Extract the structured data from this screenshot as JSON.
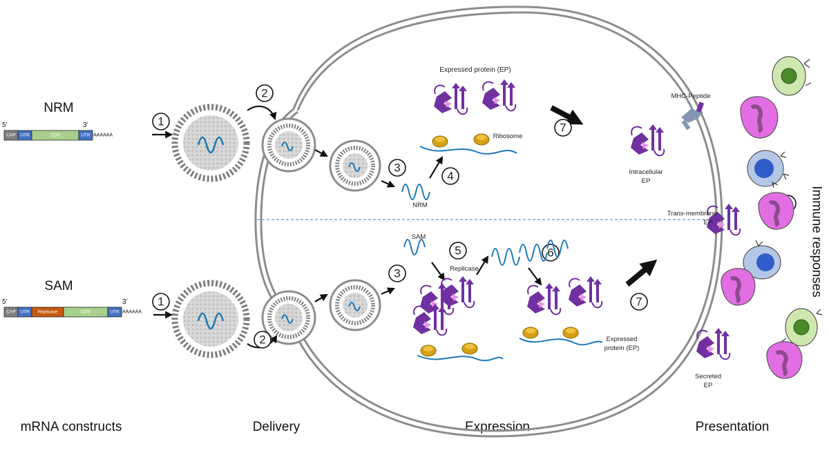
{
  "sections": {
    "constructs": "mRNA constructs",
    "delivery": "Delivery",
    "expression": "Expression",
    "presentation": "Presentation"
  },
  "constructs": {
    "nrm": {
      "title": "NRM",
      "five_prime": "5’",
      "three_prime": "3’",
      "segments": [
        "CAP",
        "UTR",
        "CDS",
        "UTR"
      ],
      "poly_a": "AAAAAA"
    },
    "sam": {
      "title": "SAM",
      "five_prime": "5’",
      "three_prime": "3’",
      "segments": [
        "CAP",
        "UTR",
        "Replicase",
        "CDS",
        "UTR"
      ],
      "poly_a": "AAAAAA"
    }
  },
  "steps": [
    "1",
    "2",
    "3",
    "4",
    "5",
    "6",
    "7",
    "8"
  ],
  "labels": {
    "expressed_protein_top": "Expressed protein (EP)",
    "ribosome": "Ribosome",
    "nrm_strand": "NRM",
    "sam_strand": "SAM",
    "replicase": "Replicase",
    "expressed_protein_bottom_1": "Expressed",
    "expressed_protein_bottom_2": "protein (EP)",
    "mhc_peptide": "MHC-Peptide",
    "intracellular_1": "Intracellular",
    "intracellular_2": "EP",
    "transmembrane_1": "Trans-membrane",
    "transmembrane_2": "EP",
    "secreted_1": "Secreted",
    "secreted_2": "EP",
    "immune_responses": "Immune responses"
  },
  "colors": {
    "cap": "#7f7f7f",
    "utr": "#4472c4",
    "cds": "#a9d18e",
    "replicase": "#c55a11",
    "mrna": "#1f77b4",
    "protein": "#7030a0",
    "protein_accent": "#e88fe8",
    "ribosome": "#d4a017",
    "cell_membrane": "#8c8c8c",
    "lymphocyte_green": "#cfe8b0",
    "lymphocyte_blue": "#b4c7e7",
    "granulocyte": "#e36ee3"
  }
}
